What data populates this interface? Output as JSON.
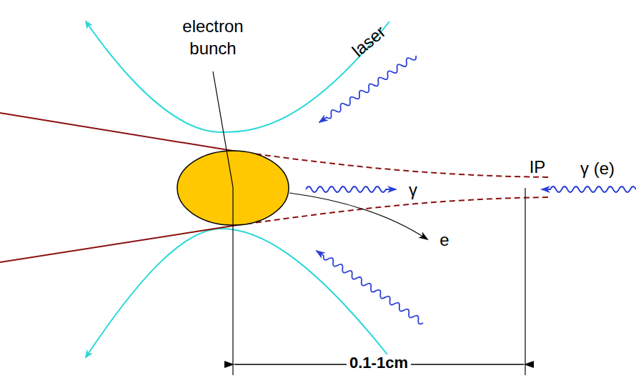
{
  "diagram": {
    "labels": [
      "electron bunch",
      "laser",
      "IP",
      "γ (e)",
      "γ",
      "e",
      "0.1-1cm"
    ]
  }
}
